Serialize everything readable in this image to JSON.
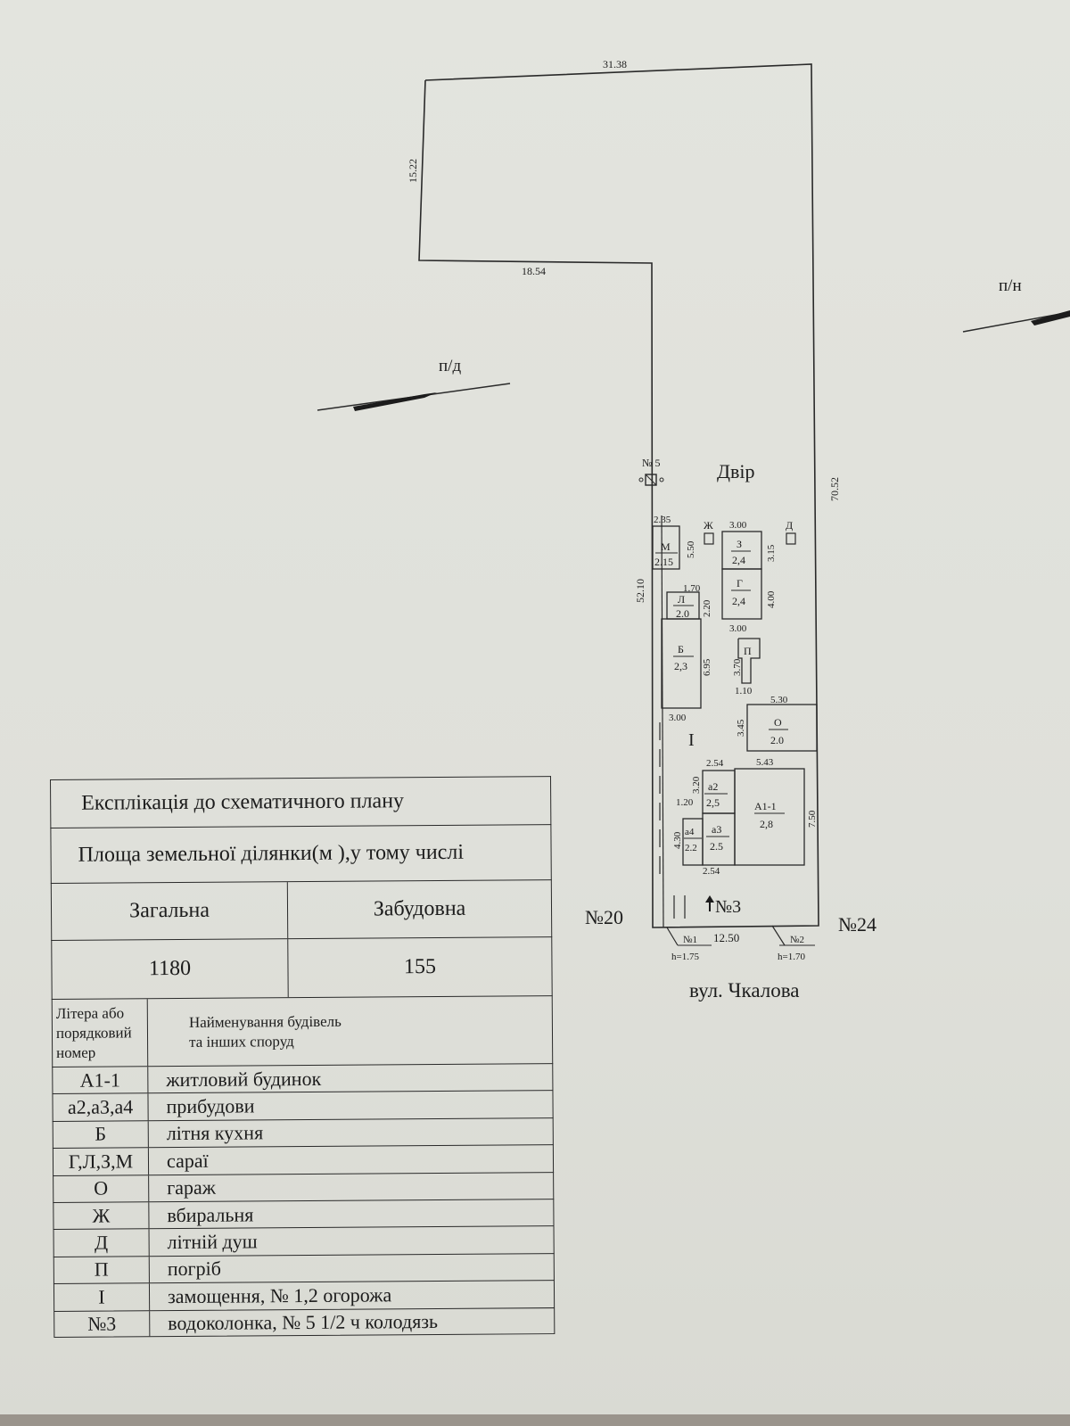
{
  "plan": {
    "dims": {
      "top": "31.38",
      "left_upper": "15.22",
      "step": "18.54",
      "right": "70.52",
      "left_lower": "52.10",
      "front": "12.50"
    },
    "yard_label": "Двір",
    "street_label": "вул. Чкалова",
    "neighbor_left": "№20",
    "neighbor_right": "№24",
    "north_left": "п/д",
    "north_right": "п/н",
    "well": "№ 5",
    "pump": "№3",
    "fence1": "№1",
    "fence1_h": "h=1.75",
    "fence2": "№2",
    "fence2_h": "h=1.70",
    "paving": "I",
    "buildings": {
      "M": {
        "letter": "М",
        "height": "2.15",
        "w": "2.35",
        "l": "5.50"
      },
      "L": {
        "letter": "Л",
        "height": "2.0",
        "w": "1.70",
        "l": "2.20"
      },
      "B": {
        "letter": "Б",
        "height": "2,3",
        "l": "6.95",
        "w": "3.00"
      },
      "Z": {
        "letter": "З",
        "height": "2,4",
        "w": "3.00",
        "l": "3.15"
      },
      "G": {
        "letter": "Г",
        "height": "2,4",
        "l": "4.00",
        "w": "3.00"
      },
      "P": {
        "letter": "П",
        "l": "3.70",
        "w": "1.10"
      },
      "O": {
        "letter": "О",
        "height": "2.0",
        "w": "5.30",
        "l": "3.45"
      },
      "A1": {
        "letter": "А1-1",
        "height": "2,8",
        "w": "5.43",
        "l": "7.50"
      },
      "a2": {
        "letter": "а2",
        "height": "2,5",
        "w": "2.54",
        "l": "3.20",
        "x": "1.20"
      },
      "a3": {
        "letter": "а3",
        "height": "2.5",
        "w": "2.54"
      },
      "a4": {
        "letter": "а4",
        "height": "2.2",
        "l": "4.30"
      },
      "Zh": {
        "letter": "Ж"
      },
      "D": {
        "letter": "Д"
      }
    }
  },
  "table": {
    "title": "Експлікація до схематичного плану",
    "area_title": "Площа земельної ділянки(м ),у тому числі",
    "col_total": "Загальна",
    "col_built": "Забудовна",
    "val_total": "1180",
    "val_built": "155",
    "head_code": "Літера або порядковий номер",
    "head_name": "Найменування будівель та інших споруд",
    "rows": [
      {
        "code": "А1-1",
        "name": "житловий будинок"
      },
      {
        "code": "а2,а3,а4",
        "name": "прибудови"
      },
      {
        "code": "Б",
        "name": "літня кухня"
      },
      {
        "code": "Г,Л,З,М",
        "name": "сараї"
      },
      {
        "code": "О",
        "name": "гараж"
      },
      {
        "code": "Ж",
        "name": "вбиральня"
      },
      {
        "code": "Д",
        "name": "літній душ"
      },
      {
        "code": "П",
        "name": "погріб"
      },
      {
        "code": "І",
        "name": "замощення,  № 1,2 огорожа"
      },
      {
        "code": "№3",
        "name": "водоколонка,  № 5 1/2 ч колодязь"
      }
    ]
  }
}
